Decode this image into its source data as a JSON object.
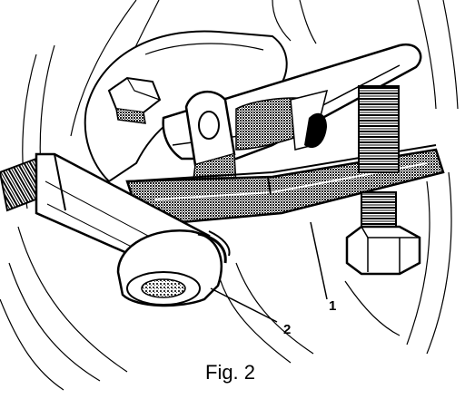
{
  "figure": {
    "caption": "Fig. 2",
    "callouts": [
      {
        "label": "1"
      },
      {
        "label": "2"
      }
    ]
  },
  "colors": {
    "ink": "#000000",
    "paper": "#ffffff",
    "shade": "#6e6e6e"
  }
}
